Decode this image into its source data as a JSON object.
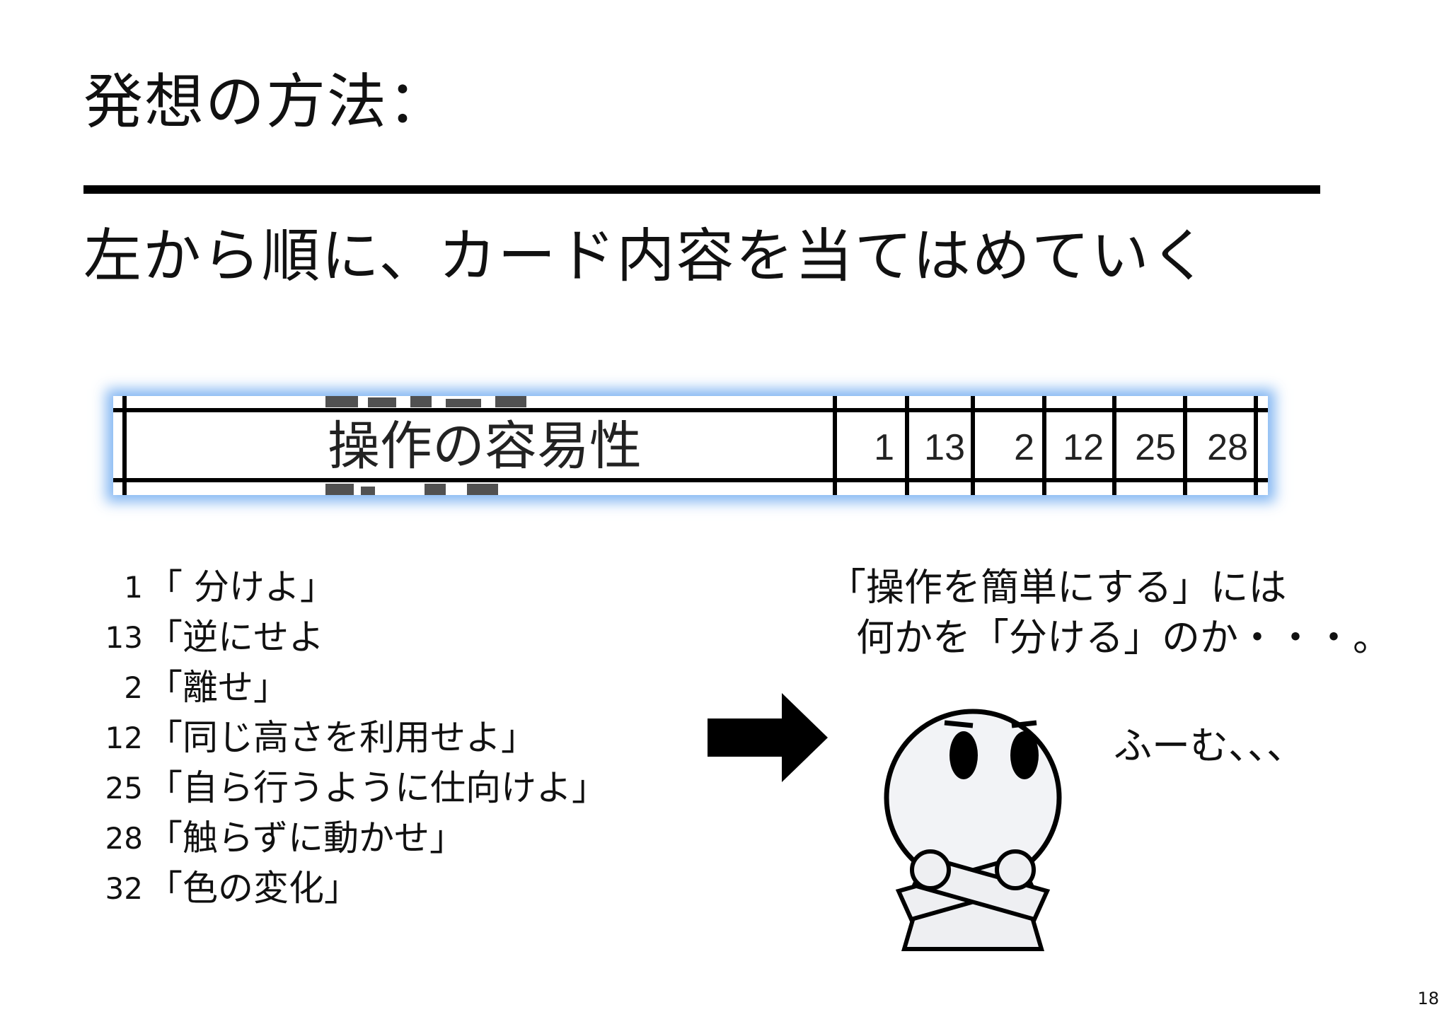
{
  "slide": {
    "title": "発想の方法：",
    "subtitle": "左から順に、カード内容を当てはめていく",
    "page_number": "18"
  },
  "table_snippet": {
    "label": "操作の容易性",
    "cells": [
      "1",
      "13",
      "2",
      "12",
      "25",
      "28"
    ]
  },
  "principles": [
    {
      "num": "1",
      "text": "「 分けよ」"
    },
    {
      "num": "13",
      "text": "「逆にせよ"
    },
    {
      "num": "2",
      "text": "「離せ」"
    },
    {
      "num": "12",
      "text": "「同じ高さを利用せよ」"
    },
    {
      "num": "25",
      "text": "「自ら行うように仕向けよ」"
    },
    {
      "num": "28",
      "text": "「触らずに動かせ」"
    },
    {
      "num": "32",
      "text": "「色の変化」"
    }
  ],
  "speech": {
    "line1": "「操作を簡単にする」には",
    "line2": "何かを「分ける」のか・・・。"
  },
  "thinking": "ふーむ、、、",
  "icons": {
    "arrow": "right-arrow-icon",
    "figure": "thinking-person-icon"
  }
}
